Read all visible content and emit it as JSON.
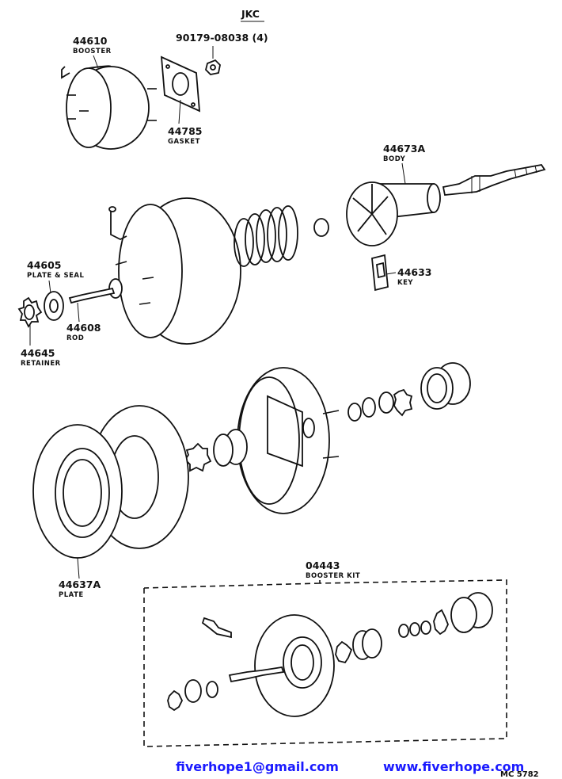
{
  "header": {
    "model_code": "JKC"
  },
  "parts": {
    "booster": {
      "number": "44610",
      "name": "BOOSTER"
    },
    "nut": {
      "number": "90179-08038 (4)"
    },
    "gasket": {
      "number": "44785",
      "name": "GASKET"
    },
    "body": {
      "number": "44673A",
      "name": "BODY"
    },
    "key": {
      "number": "44633",
      "name": "KEY"
    },
    "plate_seal": {
      "number": "44605",
      "name": "PLATE & SEAL"
    },
    "rod": {
      "number": "44608",
      "name": "ROD"
    },
    "retainer": {
      "number": "44645",
      "name": "RETAINER"
    },
    "plate": {
      "number": "44637A",
      "name": "PLATE"
    },
    "booster_kit": {
      "number": "04443",
      "name": "BOOSTER KIT"
    }
  },
  "footer": {
    "email": "fiverhope1@gmail.com",
    "website": "www.fiverhope.com",
    "corner_code": "MC 5782"
  }
}
